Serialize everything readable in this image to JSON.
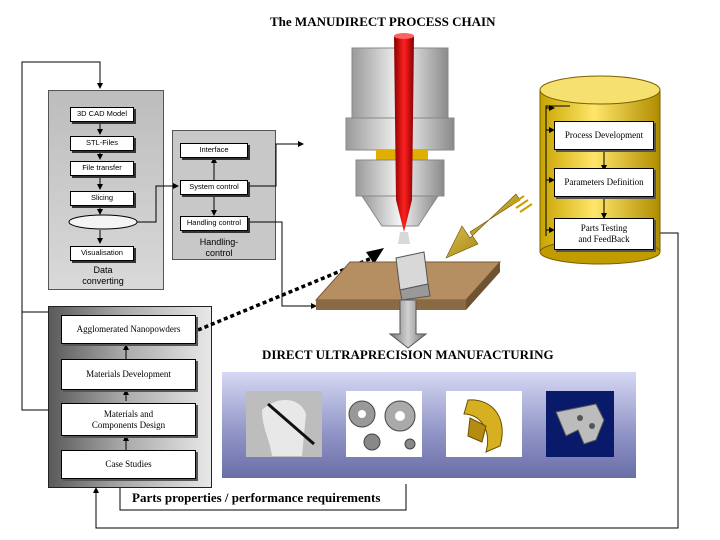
{
  "title": "The MANUDIRECT PROCESS CHAIN",
  "subtitle": "DIRECT ULTRAPRECISION MANUFACTURING",
  "bottom_label": "Parts properties / performance requirements",
  "data_converting": {
    "steps": [
      "3D CAD Model",
      "STL-Files",
      "File transfer",
      "Slicing",
      "Visualisation"
    ],
    "label_line1": "Data",
    "label_line2": "converting"
  },
  "handling": {
    "steps": [
      "Interface",
      "System control",
      "Handling control"
    ],
    "label_line1": "Handling-",
    "label_line2": "control"
  },
  "process_cylinder": {
    "steps": [
      "Process Development",
      "Parameters Definition",
      "Parts Testing",
      "and FeedBack"
    ]
  },
  "materials": {
    "steps": [
      "Agglomerated Nanopowders",
      "Materials Development",
      "Materials and",
      "Components Design",
      "Case Studies"
    ]
  },
  "colors": {
    "laser": "#e01010",
    "cylinder": "#d4b000",
    "plate": "#b08a5e",
    "strip": "#8e92c4"
  }
}
